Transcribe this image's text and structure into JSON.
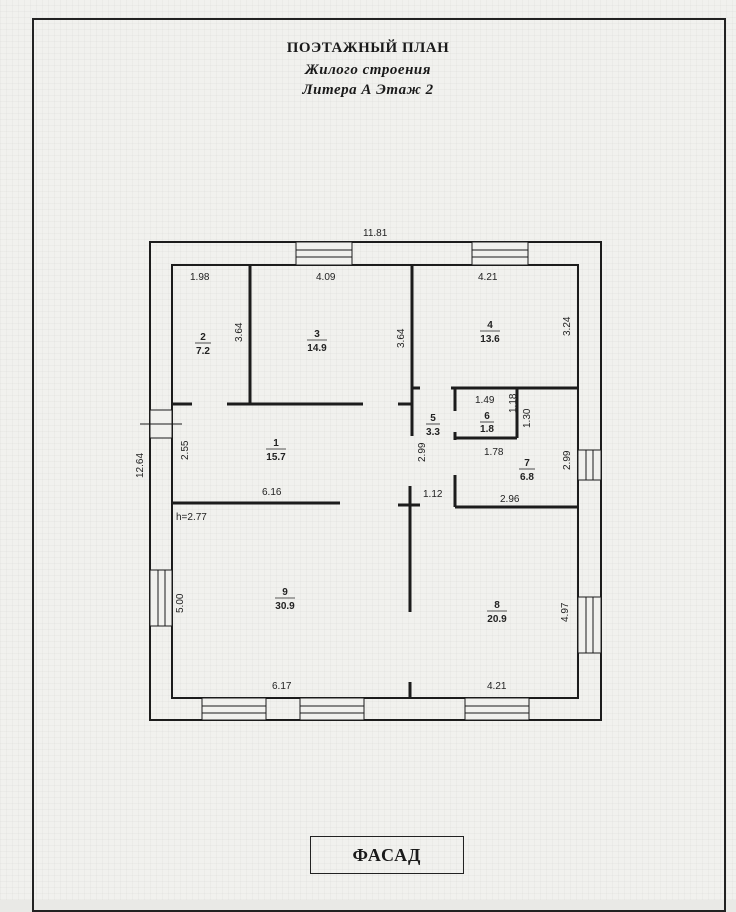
{
  "header": {
    "line1": "ПОЭТАЖНЫЙ ПЛАН",
    "line2": "Жилого строения",
    "line3": "Литера А   Этаж 2"
  },
  "dimensions": {
    "overall_width": "11.81",
    "overall_height": "12.64",
    "ceiling_height": "h=2.77",
    "d_198": "1.98",
    "d_409": "4.09",
    "d_421_top": "4.21",
    "d_364_a": "3.64",
    "d_364_b": "3.64",
    "d_324": "3.24",
    "d_149": "1.49",
    "d_118": "1.18",
    "d_130": "1.30",
    "d_178": "1.78",
    "d_255": "2.55",
    "d_299_a": "2.99",
    "d_299_b": "2.99",
    "d_616": "6.16",
    "d_112": "1.12",
    "d_296": "2.96",
    "d_500": "5.00",
    "d_497": "4.97",
    "d_617": "6.17",
    "d_421_bottom": "4.21"
  },
  "rooms": [
    {
      "num": "1",
      "area": "15.7"
    },
    {
      "num": "2",
      "area": "7.2"
    },
    {
      "num": "3",
      "area": "14.9"
    },
    {
      "num": "4",
      "area": "13.6"
    },
    {
      "num": "5",
      "area": "3.3"
    },
    {
      "num": "6",
      "area": "1.8"
    },
    {
      "num": "7",
      "area": "6.8"
    },
    {
      "num": "8",
      "area": "20.9"
    },
    {
      "num": "9",
      "area": "30.9"
    }
  ],
  "footer": {
    "facade_label": "ФАСАД"
  }
}
